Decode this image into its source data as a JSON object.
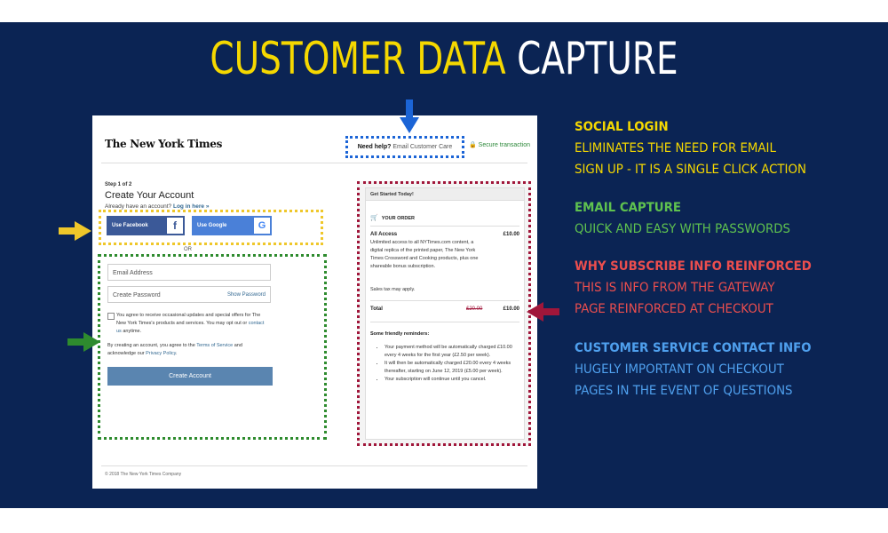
{
  "slide": {
    "title_part1": "CUSTOMER DATA",
    "title_part2": "CAPTURE"
  },
  "screenshot": {
    "logo_text": "The New York Times",
    "help_label": "Need help?",
    "help_link": "Email Customer Care",
    "secure_text": "Secure transaction",
    "step": "Step 1 of 2",
    "heading": "Create Your Account",
    "already_text": "Already have an account?",
    "login_link": "Log in here »",
    "facebook_label": "Use Facebook",
    "google_label": "Use Google",
    "or_label": "OR",
    "email_placeholder": "Email Address",
    "password_placeholder": "Create Password",
    "show_password": "Show Password",
    "consent_text": "You agree to receive occasional updates and special offers for The New York Times's products and services. You may opt out or",
    "consent_link": "contact us",
    "consent_tail": "anytime.",
    "terms_prefix": "By creating an account, you agree to the",
    "terms_link": "Terms of Service",
    "terms_mid": "and acknowledge our",
    "privacy_link": "Privacy Policy",
    "terms_end": ".",
    "create_button": "Create Account",
    "order": {
      "header": "Get Started Today!",
      "your_order": "YOUR ORDER",
      "item_name": "All Access",
      "item_price": "£10.00",
      "item_desc": "Unlimited access to all NYTimes.com content, a digital replica of the printed paper, The New York Times Crossword and Cooking products, plus one shareable bonus subscription.",
      "tax_note": "Sales tax may apply.",
      "total_label": "Total",
      "total_old": "£20.00",
      "total_new": "£10.00",
      "reminders_title": "Some friendly reminders:",
      "reminders": [
        "Your payment method will be automatically charged £10.00 every 4 weeks for the first year (£2.50 per week).",
        "It will then be automatically charged £20.00 every 4 weeks thereafter, starting on June 12, 2019 (£5.00 per week).",
        "Your subscription will continue until you cancel."
      ]
    },
    "footer": "© 2018 The New York Times Company"
  },
  "annotations": [
    {
      "heading": "SOCIAL LOGIN",
      "lines": [
        "ELIMINATES THE NEED FOR EMAIL",
        "SIGN UP - IT IS A SINGLE CLICK ACTION"
      ],
      "color": "#f5d800"
    },
    {
      "heading": "EMAIL CAPTURE",
      "lines": [
        "QUICK AND EASY WITH PASSWORDS"
      ],
      "color": "#5fc24f"
    },
    {
      "heading": "WHY SUBSCRIBE INFO REINFORCED",
      "lines": [
        "THIS IS INFO FROM THE GATEWAY",
        "PAGE REINFORCED AT CHECKOUT"
      ],
      "color": "#ec4e4e"
    },
    {
      "heading": "CUSTOMER SERVICE CONTACT INFO",
      "lines": [
        "HUGELY IMPORTANT ON CHECKOUT",
        "PAGES IN THE EVENT OF QUESTIONS"
      ],
      "color": "#4fa0ee"
    }
  ],
  "colors": {
    "background": "#0b2454",
    "title_yellow": "#f5d800",
    "social_box": "#efc72a",
    "email_box": "#2e8b2e",
    "order_box": "#a0163a",
    "help_box": "#1b64d6",
    "facebook": "#3b5998",
    "google": "#4a80d8",
    "create_button": "#5a85b0"
  }
}
